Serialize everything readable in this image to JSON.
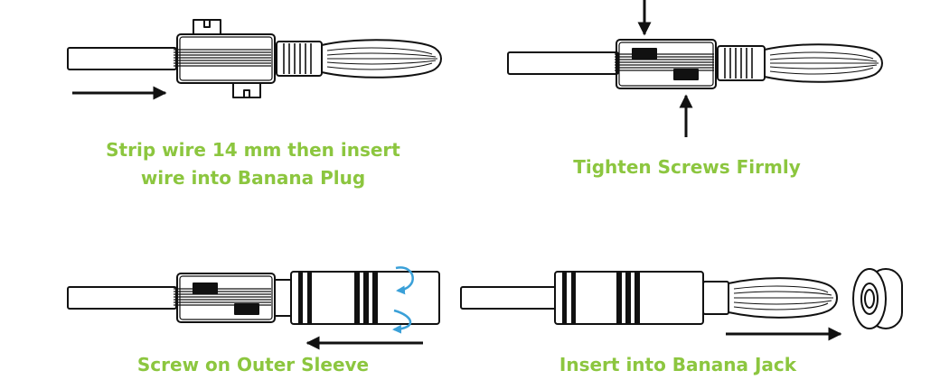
{
  "captions": {
    "step1_line1": "Strip wire 14 mm then insert",
    "step1_line2": "wire into Banana Plug",
    "step2": "Tighten Screws Firmly",
    "step3": "Screw on Outer Sleeve",
    "step4": "Insert into Banana Jack"
  },
  "colors": {
    "caption": "#8cc63f",
    "stroke": "#111111",
    "rotate_arrow": "#3aa0d8",
    "background": "#ffffff"
  },
  "icons": {
    "insert_arrow": "right-arrow-icon",
    "screw_arrows": "down-up-arrow-icons",
    "rotate_arrow": "rotate-arrow-icon",
    "slide_arrow": "left-arrow-icon",
    "jack_arrow": "right-arrow-icon"
  }
}
